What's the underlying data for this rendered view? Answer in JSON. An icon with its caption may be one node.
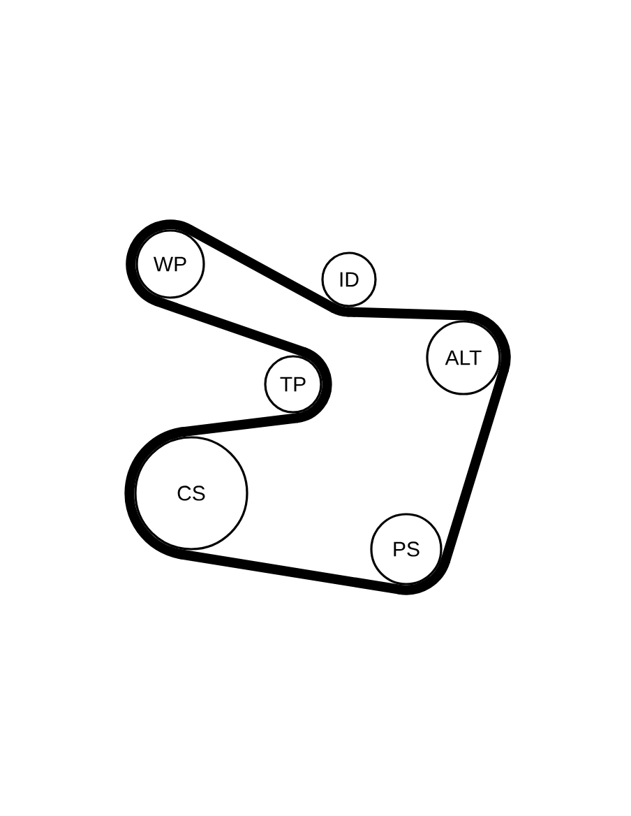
{
  "diagram": {
    "nodes": [
      {
        "text": [
          "WP"
        ]
      },
      {
        "text": [
          "ID"
        ]
      },
      {
        "text": [
          "ALT"
        ]
      },
      {
        "text": [
          "TP"
        ]
      },
      {
        "text": [
          "CS"
        ]
      },
      {
        "text": [
          "PS"
        ]
      }
    ],
    "edges": [
      {
        "from": 0,
        "to": 1,
        "arrow": "none"
      },
      {
        "from": 1,
        "to": 2,
        "arrow": "none"
      },
      {
        "from": 2,
        "to": 5,
        "arrow": "none"
      },
      {
        "from": 5,
        "to": 4,
        "arrow": "none"
      },
      {
        "from": 4,
        "to": 3,
        "arrow": "none"
      },
      {
        "from": 3,
        "to": 0,
        "arrow": "none"
      }
    ]
  }
}
